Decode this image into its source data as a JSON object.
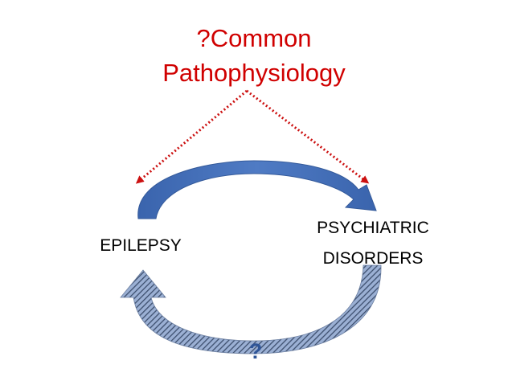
{
  "colors": {
    "background": "#ffffff",
    "title_text": "#d00000",
    "dotted_arrows": "#cc1111",
    "forward_arrow": "#4a72b8",
    "forward_arrow_dark": "#345a9a",
    "return_arrow_stripe": "#3d4f6e",
    "return_arrow_light": "#9bb0d4",
    "question_mark": "#2f5597",
    "node_text": "#000000"
  },
  "title": {
    "line1": "?Common",
    "line2": "Pathophysiology"
  },
  "nodes": {
    "epilepsy": "EPILEPSY",
    "psychiatric_line1": "PSYCHIATRIC",
    "psychiatric_line2": "DISORDERS"
  },
  "return_link_label": "?"
}
